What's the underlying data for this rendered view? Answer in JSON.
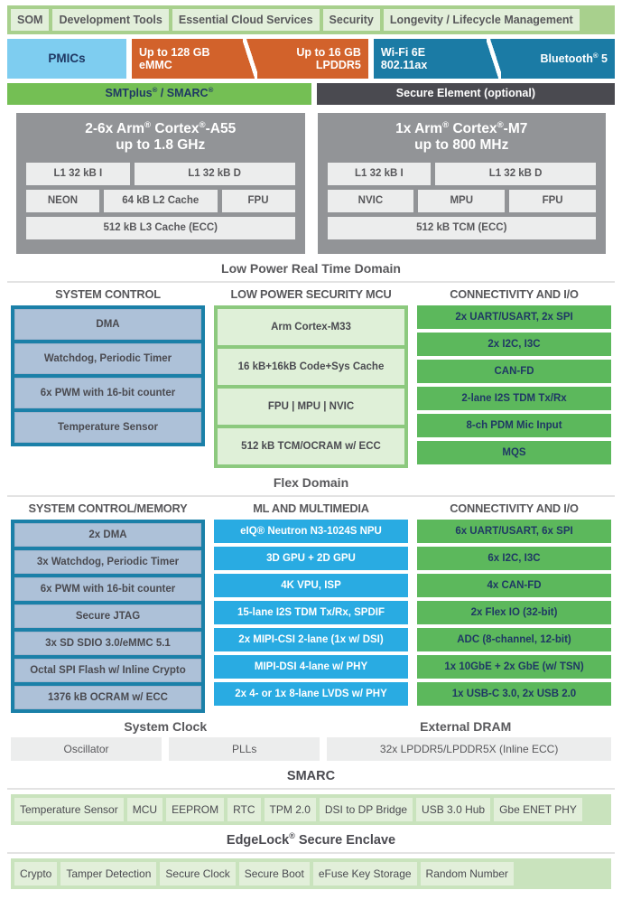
{
  "som_band": {
    "items": [
      {
        "label": "SOM"
      },
      {
        "label": "Development Tools"
      },
      {
        "label": "Essential Cloud Services"
      },
      {
        "label": "Security"
      },
      {
        "label": "Longevity / Lifecycle Management"
      }
    ]
  },
  "memory_row": {
    "pmics": "PMICs",
    "emmc_line1": "Up to 128 GB",
    "emmc_line2": "eMMC",
    "lpddr_line1": "Up to 16 GB",
    "lpddr_line2": "LPDDR5",
    "wifi_line1": "Wi-Fi 6E",
    "wifi_line2": "802.11ax",
    "bluetooth": "Bluetooth",
    "bluetooth_suffix": "5"
  },
  "carrier_row": {
    "smtplus": "SMTplus",
    "smarc": "SMARC",
    "secure_element": "Secure Element (optional)"
  },
  "cpu_clusters": [
    {
      "title_line1_pre": "2-6x Arm",
      "title_line1_mid": "Cortex",
      "title_line1_post": "-A55",
      "title_line2": "up to 1.8 GHz",
      "rows": [
        [
          {
            "label": "L1 32 kB I"
          },
          {
            "label": "L1 32 kB D",
            "wide": true
          }
        ],
        [
          {
            "label": "NEON"
          },
          {
            "label": "64 kB L2 Cache",
            "wide": true
          },
          {
            "label": "FPU"
          }
        ],
        [
          {
            "label": "512 kB L3 Cache (ECC)",
            "wide": true
          }
        ]
      ]
    },
    {
      "title_line1_pre": "1x Arm",
      "title_line1_mid": "Cortex",
      "title_line1_post": "-M7",
      "title_line2": "up to 800 MHz",
      "rows": [
        [
          {
            "label": "L1 32 kB I"
          },
          {
            "label": "L1 32 kB D",
            "wide": true
          }
        ],
        [
          {
            "label": "NVIC"
          },
          {
            "label": "MPU"
          },
          {
            "label": "FPU"
          }
        ],
        [
          {
            "label": "512 kB TCM (ECC)",
            "wide": true
          }
        ]
      ]
    }
  ],
  "lowpower_domain": {
    "label": "Low Power Real Time Domain",
    "columns": [
      {
        "head": "SYSTEM CONTROL",
        "items": [
          "DMA",
          "Watchdog, Periodic Timer",
          "6x PWM with 16-bit counter",
          "Temperature Sensor"
        ]
      },
      {
        "head": "LOW POWER SECURITY MCU",
        "items": [
          "Arm Cortex-M33",
          "16 kB+16kB Code+Sys Cache",
          "FPU | MPU | NVIC",
          "512 kB TCM/OCRAM w/ ECC"
        ]
      },
      {
        "head": "CONNECTIVITY AND I/O",
        "items": [
          "2x UART/USART, 2x SPI",
          "2x I2C, I3C",
          "CAN-FD",
          "2-lane I2S TDM Tx/Rx",
          "8-ch PDM Mic Input",
          "MQS"
        ]
      }
    ]
  },
  "flex_domain": {
    "label": "Flex Domain",
    "columns": [
      {
        "head": "SYSTEM CONTROL/MEMORY",
        "items": [
          "2x DMA",
          "3x Watchdog, Periodic Timer",
          "6x PWM with 16-bit counter",
          "Secure JTAG",
          "3x SD SDIO 3.0/eMMC 5.1",
          "Octal SPI Flash w/ Inline Crypto",
          "1376 kB OCRAM w/ ECC"
        ]
      },
      {
        "head": "ML AND MULTIMEDIA",
        "items": [
          "eIQ® Neutron N3-1024S NPU",
          "3D GPU + 2D GPU",
          "4K VPU, ISP",
          "15-lane I2S TDM Tx/Rx, SPDIF",
          "2x MIPI-CSI 2-lane (1x w/ DSI)",
          "MIPI-DSI 4-lane w/ PHY",
          "2x 4- or 1x 8-lane LVDS w/ PHY"
        ]
      },
      {
        "head": "CONNECTIVITY AND I/O",
        "items": [
          "6x UART/USART, 6x SPI",
          "6x I2C, I3C",
          "4x CAN-FD",
          "2x Flex IO (32-bit)",
          "ADC (8-channel, 12-bit)",
          "1x 10GbE + 2x GbE (w/ TSN)",
          "1x USB-C 3.0, 2x USB 2.0"
        ]
      }
    ]
  },
  "clock_section": {
    "system_clock_head": "System Clock",
    "external_dram_head": "External DRAM",
    "oscillator": "Oscillator",
    "plls": "PLLs",
    "dram": "32x LPDDR5/LPDDR5X (Inline ECC)"
  },
  "smarc_section": {
    "title": "SMARC",
    "items": [
      "Temperature Sensor",
      "MCU",
      "EEPROM",
      "RTC",
      "TPM 2.0",
      "DSI to DP Bridge",
      "USB 3.0 Hub",
      "Gbe ENET PHY"
    ]
  },
  "edgelock_section": {
    "title_pre": "EdgeLock",
    "title_post": "Secure Enclave",
    "items": [
      "Crypto",
      "Tamper Detection",
      "Secure Clock",
      "Secure Boot",
      "eFuse Key Storage",
      "Random Number"
    ]
  },
  "colors": {
    "som_band": "#a8d08d",
    "som_chip": "#e2efda",
    "pmics": "#7ecdf0",
    "emmc_orange": "#d2622b",
    "wireless_teal": "#1b7ba5",
    "smtplus_green": "#74bf54",
    "secure_element_grey": "#4a4a50",
    "cpu_grey": "#929497",
    "blue_group": "#1b80a8",
    "blue_item": "#adc1d8",
    "green_group": "#8cc97e",
    "green_item_light": "#dff0d8",
    "green_item": "#5cb85c",
    "cyan_item": "#29abe2",
    "clock_grey": "#eceded",
    "strip_green": "#c9e3bd"
  }
}
